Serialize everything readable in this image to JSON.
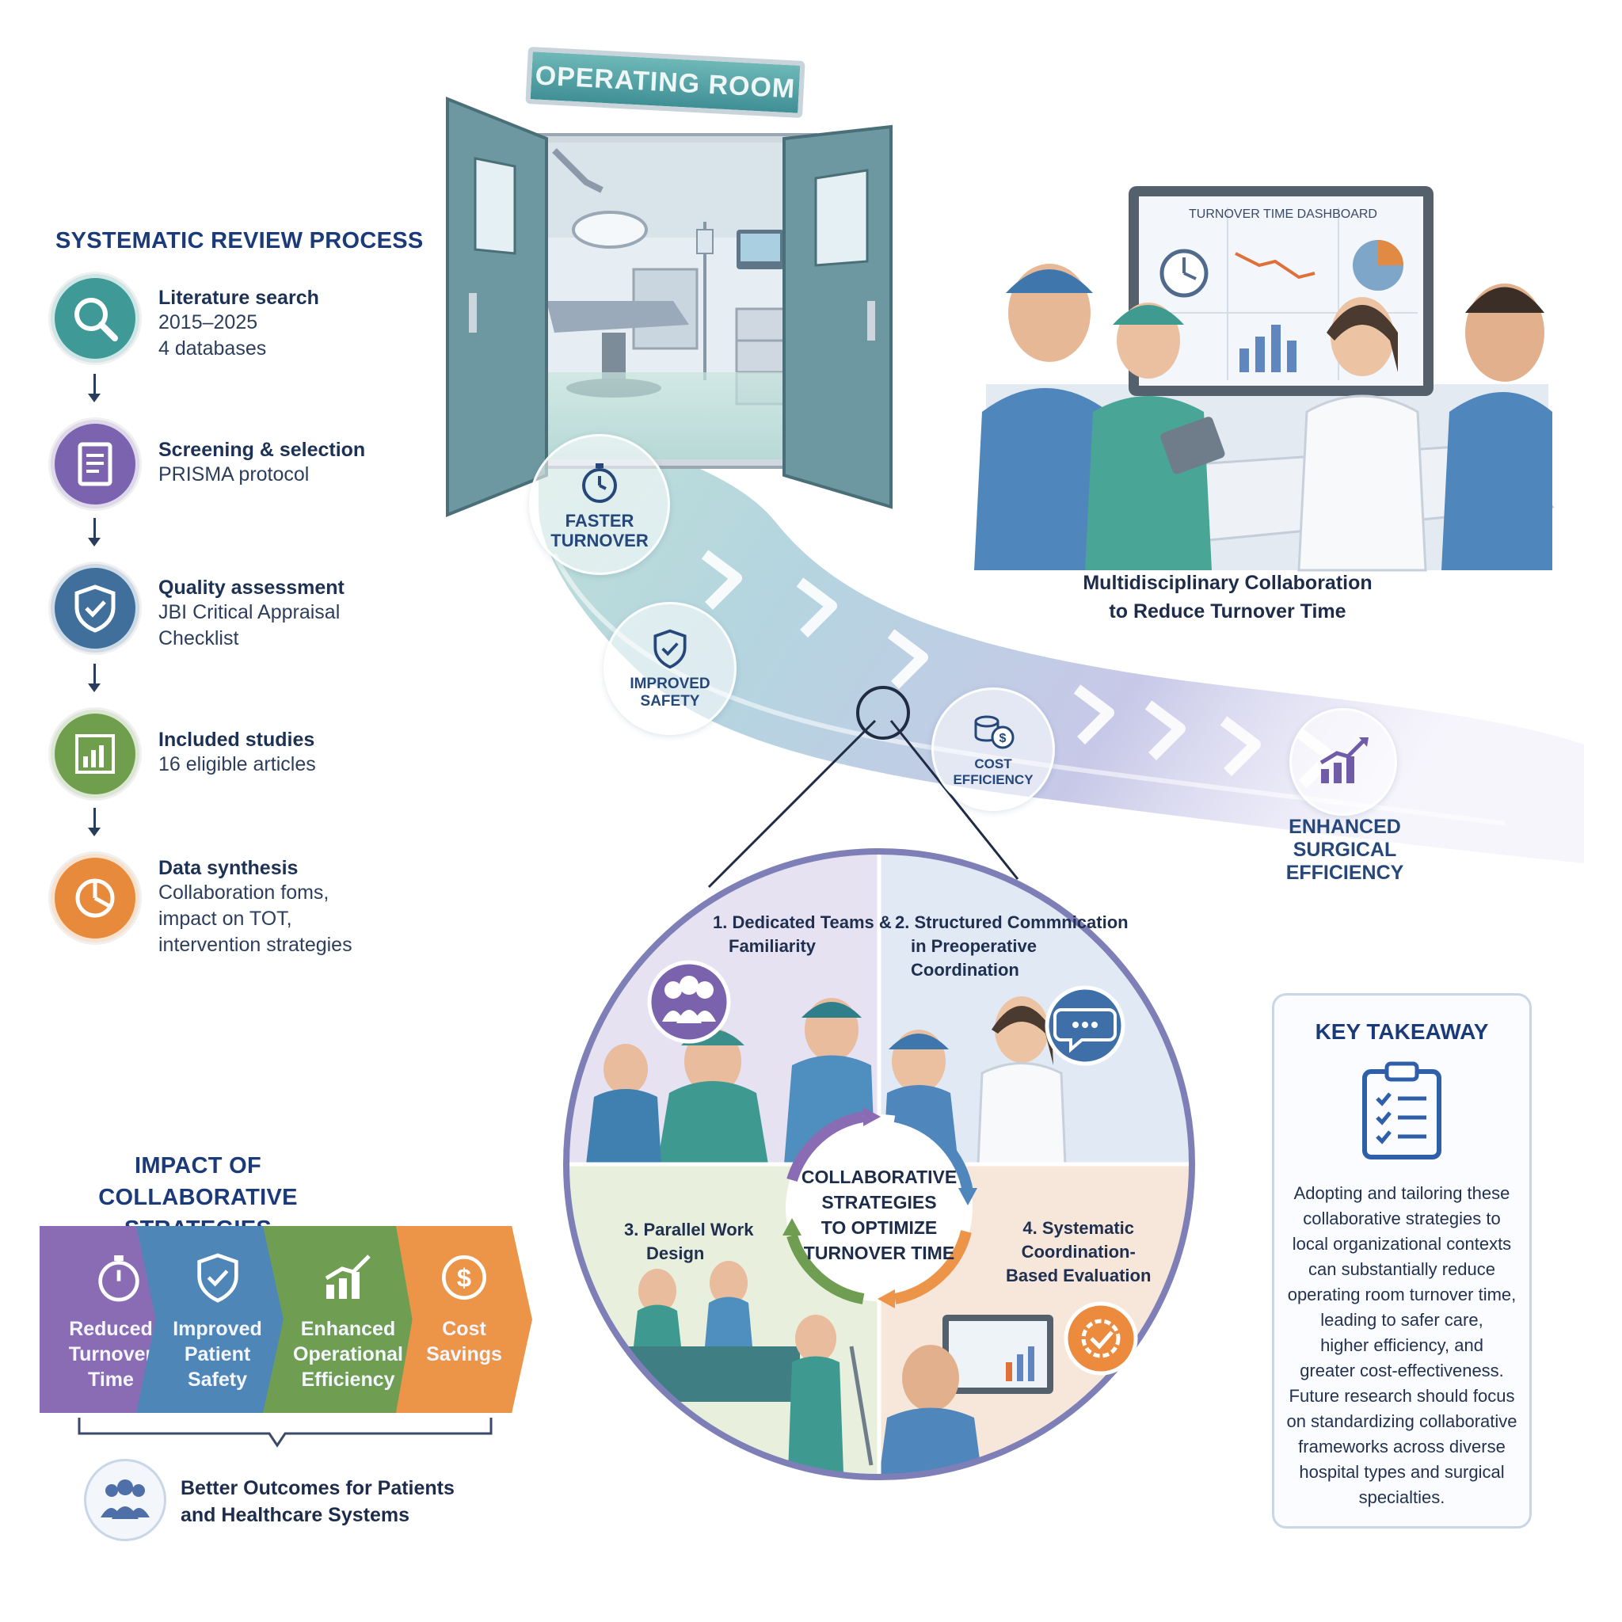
{
  "review_process": {
    "title": "SYSTEMATIC REVIEW PROCESS",
    "steps": [
      {
        "title": "Literature search",
        "lines": [
          "2015–2025",
          "4 databases"
        ],
        "icon": "magnifier-icon",
        "color": "#3f9a97"
      },
      {
        "title": "Screening & selection",
        "lines": [
          "PRISMA protocol"
        ],
        "icon": "document-icon",
        "color": "#7c63b0"
      },
      {
        "title": "Quality assessment",
        "lines": [
          "JBI Critical Appraisal",
          "Checklist"
        ],
        "icon": "shield-check-icon",
        "color": "#3f6f9a"
      },
      {
        "title": "Included studies",
        "lines": [
          "16 eligible articles"
        ],
        "icon": "bar-chart-icon",
        "color": "#6f9e4d"
      },
      {
        "title": "Data synthesis",
        "lines": [
          "Collaboration foms,",
          "impact on TOT,",
          "intervention strategies"
        ],
        "icon": "pie-chart-icon",
        "color": "#e88a3b"
      }
    ]
  },
  "operating_room": {
    "sign": "OPERATING ROOM"
  },
  "dashboard": {
    "title": "TURNOVER TIME DASHBOARD",
    "caption_line1": "Multidisciplinary Collaboration",
    "caption_line2": "to Reduce Turnover Time"
  },
  "path_badges": {
    "faster": {
      "line1": "FASTER",
      "line2": "TURNOVER",
      "icon": "stopwatch-icon"
    },
    "safety": {
      "line1": "IMPROVED",
      "line2": "SAFETY",
      "icon": "shield-check-icon"
    },
    "cost": {
      "line1": "COST",
      "line2": "EFFICIENCY",
      "icon": "coins-icon"
    },
    "enhanced": {
      "line1": "ENHANCED",
      "line2": "SURGICAL",
      "line3": "EFFICIENCY",
      "icon": "growth-chart-icon"
    }
  },
  "center_circle": {
    "hub_lines": [
      "COLLABORATIVE",
      "STRATEGIES",
      "TO OPTIMIZE",
      "TURNOVER TIME"
    ],
    "q1": [
      "1. Dedicated Teams &",
      "Familiarity"
    ],
    "q2": [
      "2. Structured Commnication",
      "in Preoperative",
      "Coordination"
    ],
    "q3": [
      "3. Parallel Work",
      "Design"
    ],
    "q4": [
      "4. Systematic",
      "Coordination-",
      "Based Evaluation"
    ]
  },
  "impact": {
    "title_line1": "IMPACT OF COLLABORATIVE",
    "title_line2": "STRATEGIES",
    "items": [
      {
        "lines": [
          "Reduced",
          "Turnover",
          "Time"
        ],
        "icon": "stopwatch-icon",
        "color": "#8a6cb5"
      },
      {
        "lines": [
          "Improved",
          "Patient",
          "Safety"
        ],
        "icon": "shield-check-icon",
        "color": "#4f86b8"
      },
      {
        "lines": [
          "Enhanced",
          "Operational",
          "Efficiency"
        ],
        "icon": "growth-chart-icon",
        "color": "#6f9e52"
      },
      {
        "lines": [
          "Cost",
          "Savings"
        ],
        "icon": "dollar-icon",
        "color": "#ec9448"
      }
    ],
    "outcome_line1": "Better Outcomes for Patients",
    "outcome_line2": "and Healthcare Systems"
  },
  "takeaway": {
    "title": "KEY TAKEAWAY",
    "lines": [
      "Adopting and tailoring these",
      "collaborative strategies to",
      "local organizational contexts",
      "can substantially reduce",
      "operating room turnover time,",
      "leading to safer care,",
      "higher efficiency, and",
      "greater cost-effectiveness.",
      "Future research should focus",
      "on standardizing collaborative",
      "frameworks across diverse",
      "hospital types and surgical",
      "specialties."
    ]
  }
}
